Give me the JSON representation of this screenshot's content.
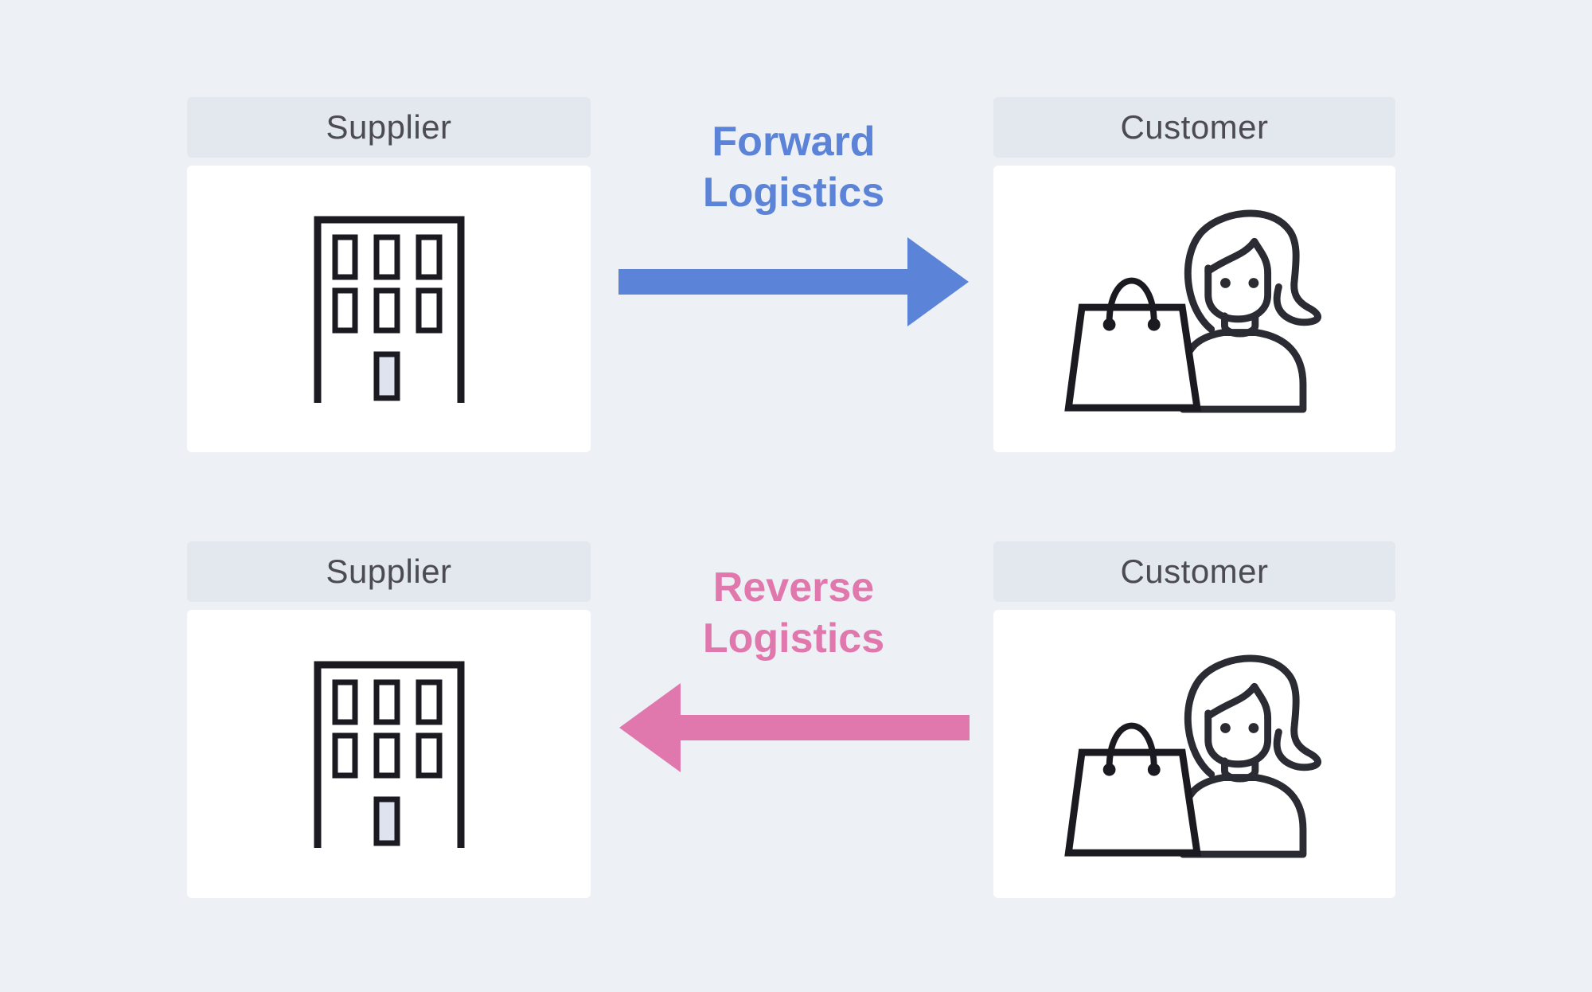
{
  "colors": {
    "background": "#edf0f4",
    "card_header_bg": "#e3e7ee",
    "card_body_bg": "#ffffff",
    "card_header_text": "#4b4b51",
    "forward_accent": "#5b83d8",
    "reverse_accent": "#e078ad",
    "icon_stroke": "#2b2b33",
    "building_door_fill": "#dfe3f0"
  },
  "cards": [
    {
      "label": "Supplier",
      "icon": "building-icon",
      "row": "top",
      "side": "left"
    },
    {
      "label": "Customer",
      "icon": "woman-with-shopping-bag-icon",
      "row": "top",
      "side": "right"
    },
    {
      "label": "Supplier",
      "icon": "building-icon",
      "row": "bottom",
      "side": "left"
    },
    {
      "label": "Customer",
      "icon": "woman-with-shopping-bag-icon",
      "row": "bottom",
      "side": "right"
    }
  ],
  "flows": [
    {
      "line1": "Forward",
      "line2": "Logistics",
      "direction": "right",
      "color": "#5b83d8"
    },
    {
      "line1": "Reverse",
      "line2": "Logistics",
      "direction": "left",
      "color": "#e078ad"
    }
  ]
}
